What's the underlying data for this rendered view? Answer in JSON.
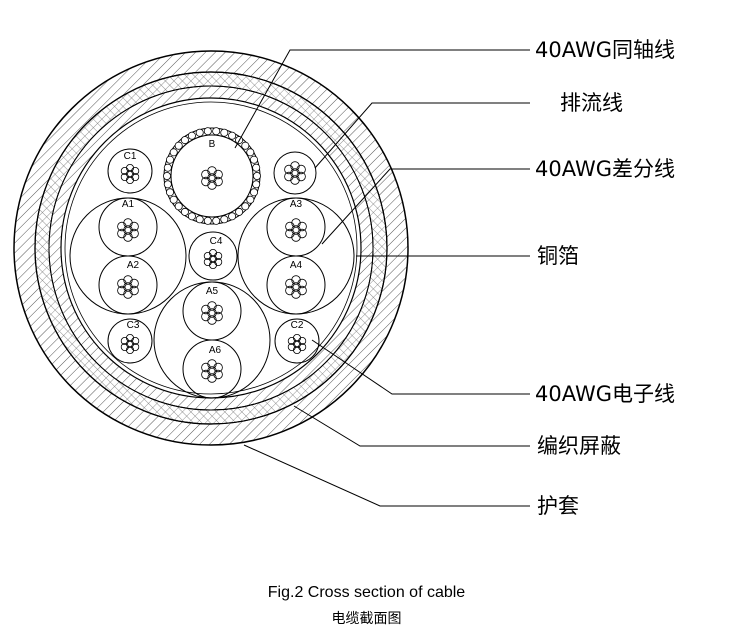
{
  "callouts": [
    {
      "text": "40AWG同轴线"
    },
    {
      "text": "排流线"
    },
    {
      "text": "40AWG差分线"
    },
    {
      "text": "铜箔"
    },
    {
      "text": "40AWG电子线"
    },
    {
      "text": "编织屏蔽"
    },
    {
      "text": "护套"
    }
  ],
  "core_labels": [
    "B",
    "C1",
    "A1",
    "A2",
    "C3",
    "A3",
    "A4",
    "C2",
    "C4",
    "A5",
    "A6"
  ],
  "caption": {
    "english": "Fig.2 Cross section of cable",
    "chinese": "电缆截面图"
  },
  "colors": {
    "line": "#000000",
    "background": "#ffffff",
    "hatch": "#555555"
  }
}
